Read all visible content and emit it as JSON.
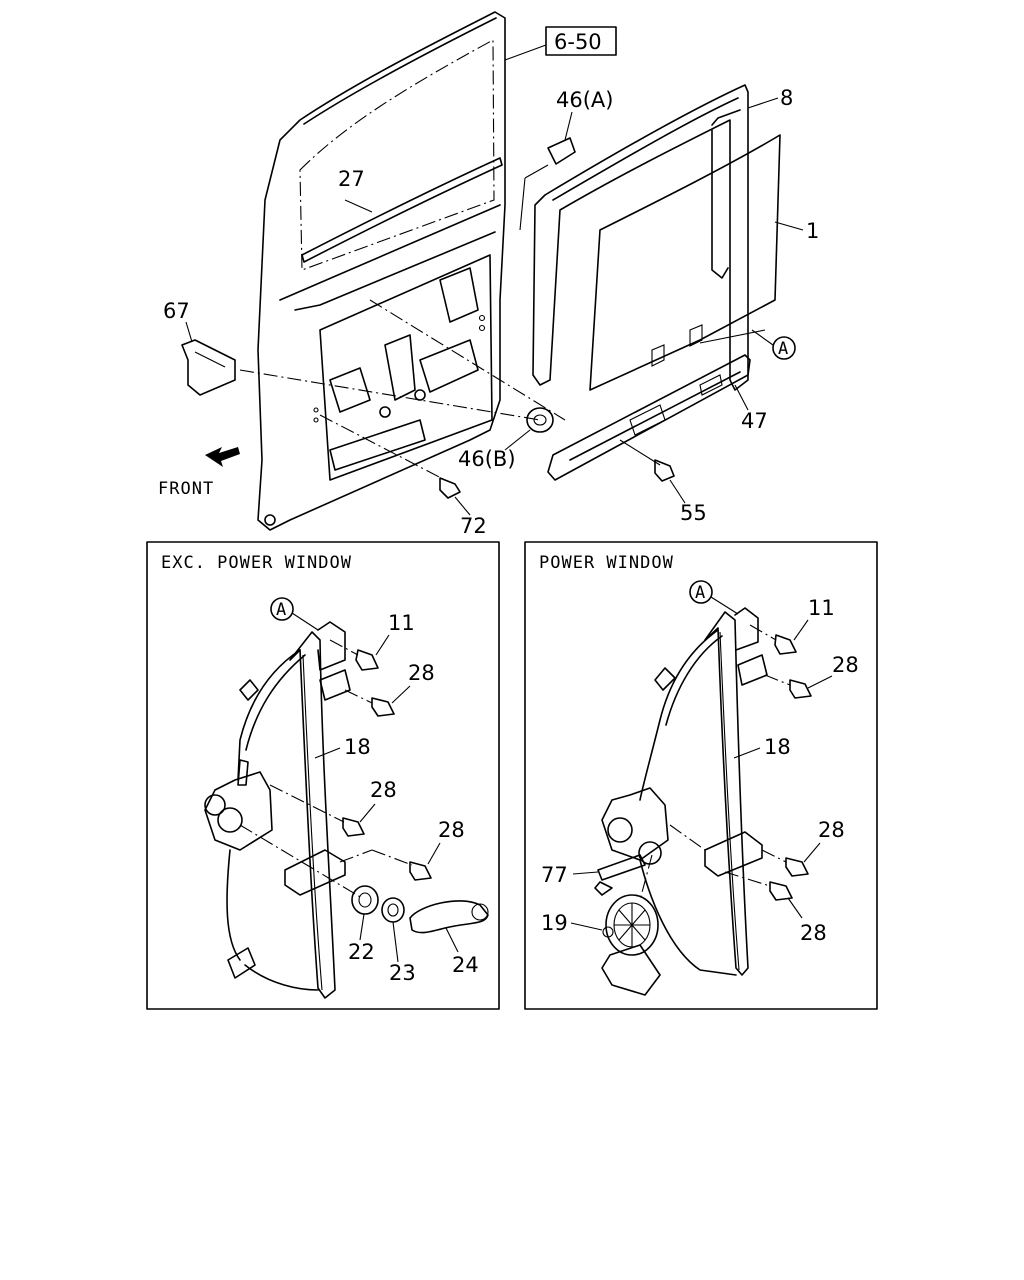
{
  "ref_box": "6-50",
  "direction_label": "FRONT",
  "panels": [
    {
      "title": "EXC. POWER WINDOW"
    },
    {
      "title": "POWER WINDOW"
    }
  ],
  "callouts": {
    "top": [
      "46(A)",
      "8",
      "1",
      "27",
      "67",
      "47",
      "46(B)",
      "55",
      "72"
    ],
    "left_panel": [
      "11",
      "28",
      "18",
      "28",
      "28",
      "22",
      "23",
      "24"
    ],
    "right_panel": [
      "11",
      "28",
      "18",
      "28",
      "77",
      "19",
      "28"
    ]
  },
  "circle_refs": [
    "A",
    "A",
    "A"
  ]
}
